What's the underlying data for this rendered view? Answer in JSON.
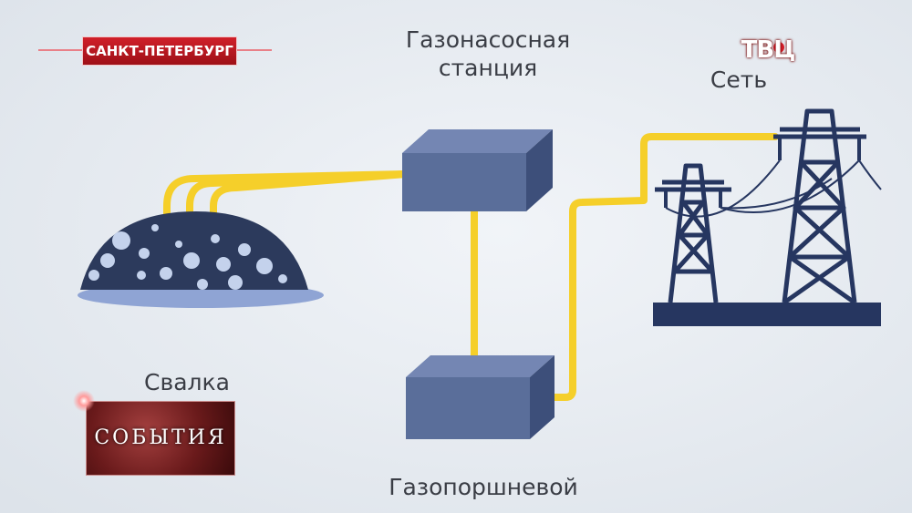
{
  "labels": {
    "station": "Газонасосная\nстанция",
    "network": "Сеть",
    "dump": "Свалка",
    "generator": "Газопоршневой"
  },
  "overlay": {
    "location_banner": "САНКТ-ПЕТЕРБУРГ",
    "channel_logo": "ТВЦ",
    "program_name": "СОБЫТИЯ"
  },
  "colors": {
    "pipe": "#f5cf2a",
    "box_front": "#5a6e9a",
    "box_top": "#7486b3",
    "box_side": "#3d4f7a",
    "mound": "#2c3a5c",
    "bubble": "#c4d2ec",
    "tower": "#263660",
    "banner": "#c81c25"
  },
  "icons": [
    "landfill-mound-icon",
    "pump-station-box-icon",
    "generator-box-icon",
    "power-tower-icon"
  ]
}
